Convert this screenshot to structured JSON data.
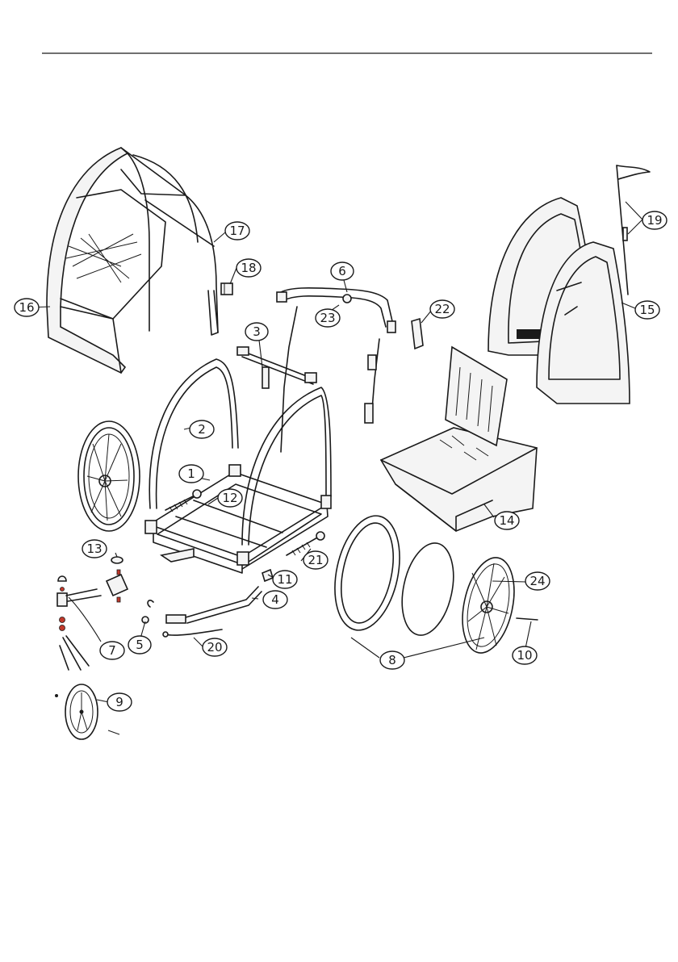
{
  "callouts": {
    "c1": "1",
    "c2": "2",
    "c3": "3",
    "c4": "4",
    "c5": "5",
    "c6": "6",
    "c7": "7",
    "c8": "8",
    "c9": "9",
    "c10": "10",
    "c11": "11",
    "c12": "12",
    "c13": "13",
    "c14": "14",
    "c15": "15",
    "c16": "16",
    "c17": "17",
    "c18": "18",
    "c19": "19",
    "c20": "20",
    "c21": "21",
    "c22": "22",
    "c23": "23",
    "c24": "24"
  },
  "colors": {
    "line": "#1a1a1a",
    "accent": "#c0392b",
    "background": "#ffffff"
  }
}
